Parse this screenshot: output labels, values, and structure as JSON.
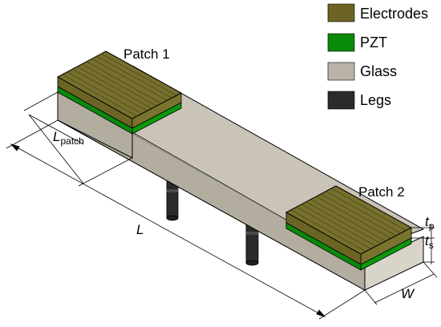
{
  "legend": [
    {
      "label": "Electrodes",
      "color": "#6b6424"
    },
    {
      "label": "PZT",
      "color": "#0a8a0a"
    },
    {
      "label": "Glass",
      "color": "#b8b3a6"
    },
    {
      "label": "Legs",
      "color": "#2b2b2b"
    }
  ],
  "labels": {
    "patch1": "Patch 1",
    "patch2": "Patch 2",
    "L": "L",
    "L_patch_main": "L",
    "L_patch_sub": "patch",
    "W": "W",
    "tp_main": "t",
    "tp_sub": "p",
    "ts_main": "t",
    "ts_sub": "s"
  },
  "colors": {
    "glass_top": "#c9c4b7",
    "glass_front": "#b2ad9f",
    "glass_side": "#d8d4c9",
    "pzt": "#0a8a0a",
    "electrode": "#6b6424",
    "electrode_top": "#77702d",
    "legs": "#2b2b2b",
    "outline": "#000000"
  }
}
